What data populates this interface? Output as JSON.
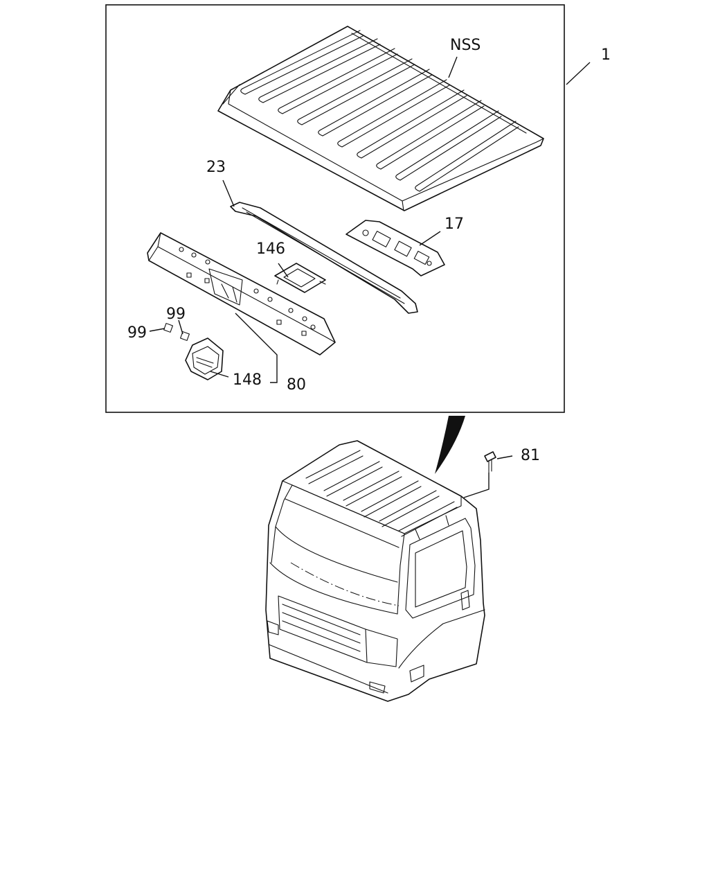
{
  "callouts": {
    "assembly": "1",
    "roof_panel": "NSS",
    "roof_bow_rear": "23",
    "reinforcement_plate": "17",
    "bracket_center": "146",
    "nut_left": "99",
    "nut_right": "99",
    "corner_bracket": "148",
    "front_header": "80",
    "clip": "81"
  }
}
